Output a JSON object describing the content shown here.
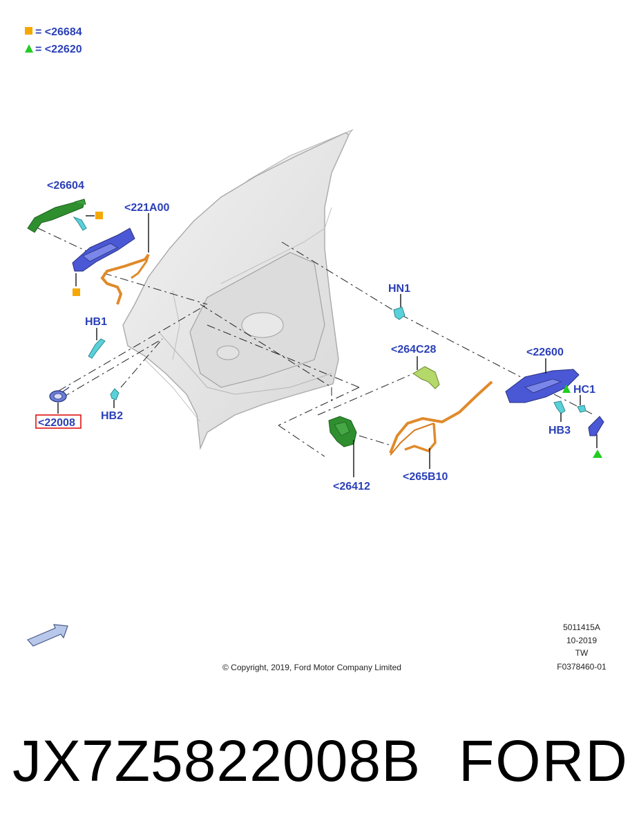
{
  "legend": [
    {
      "symbol": "orange-square",
      "color": "#f5a800",
      "text": "= <26684"
    },
    {
      "symbol": "green-triangle",
      "color": "#22cc22",
      "text": "= <22620"
    }
  ],
  "callouts": {
    "c26604": "<26604",
    "c221A00": "<221A00",
    "cHB1": "HB1",
    "c22008": "<22008",
    "cHB2": "HB2",
    "cHN1": "HN1",
    "c264C28": "<264C28",
    "c22600": "<22600",
    "cHC1": "HC1",
    "cHB3": "HB3",
    "c26412": "<26412",
    "c265B10": "<265B10"
  },
  "highlighted_callout": "<22008",
  "colors": {
    "label": "#2a3fb8",
    "highlight_box": "#e01010",
    "door": "#e6e6e6",
    "handle_green": "#2f8f2f",
    "bracket_blue": "#4a58d6",
    "cable_orange": "#e08a2a",
    "clip_cyan": "#5ad0d8"
  },
  "meta": {
    "code": "5011415A",
    "date": "10-2019",
    "region": "TW",
    "figure": "F0378460-01"
  },
  "copyright": "© Copyright, 2019, Ford Motor Company Limited",
  "direction_arrow": "front-arrow-icon",
  "footer": {
    "part_number": "JX7Z5822008B",
    "brand": "FORD"
  }
}
